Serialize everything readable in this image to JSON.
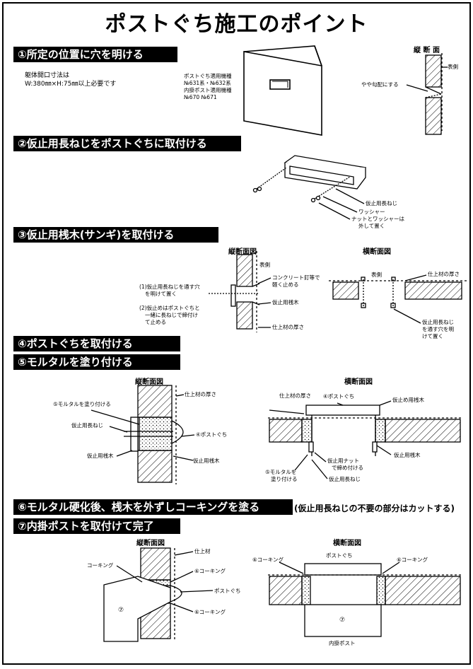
{
  "title": "ポストぐち施工のポイント",
  "steps": {
    "s1": "①所定の位置に穴を明ける",
    "s2": "②仮止用長ねじをポストぐちに取付ける",
    "s3": "③仮止用桟木(サンギ)を取付ける",
    "s4": "④ポストぐちを取付ける",
    "s5": "⑤モルタルを塗り付ける",
    "s6": "⑥モルタル硬化後、桟木を外ずしコーキングを塗る",
    "s6_note": "(仮止用長ねじの不要の部分はカットする)",
    "s7": "⑦内掛ポストを取付けて完了"
  },
  "sec1": {
    "opening_1": "躯体開口寸法は",
    "opening_2": "W:380㎜×H:75㎜以上必要です",
    "models_1": "ポストぐち適用機種",
    "models_2": "№631系・№632系",
    "models_3": "内掛ポスト適用機種",
    "models_4": "№670 №671",
    "vertical_section": "縦 断 面",
    "outside": "表側",
    "slope": "やや勾配にする"
  },
  "sec2": {
    "bolt": "仮止用長ねじ",
    "washer": "ワッシャー",
    "nut_washer_1": "ナットとワッシャーは",
    "nut_washer_2": "外して置く"
  },
  "sec3": {
    "vertical_section": "縦断面図",
    "horizontal_section": "横断面図",
    "outside": "表側",
    "nail_1": "コンクリート釘等で",
    "nail_2": "軽く止める",
    "batten": "仮止用桟木",
    "finish": "仕上材の厚さ",
    "note1_1": "(1)仮止用長ねじを通す穴",
    "note1_2": "を明けて置く",
    "note2_1": "(2)仮止めはポストぐちと",
    "note2_2": "一緒に長ねじで締付け",
    "note2_3": "て止める",
    "h_outside": "表側",
    "h_finish": "仕上材の厚さ",
    "h_batten_1": "仮止用長ねじ",
    "h_batten_2": "を通す穴を明",
    "h_batten_3": "けて置く"
  },
  "sec5": {
    "vertical_section": "縦断面図",
    "horizontal_section": "横断面図",
    "finish": "仕上材の厚さ",
    "mortar": "⑤モルタルを塗り付ける",
    "bolt": "仮止用長ねじ",
    "postguchi": "④ポストぐち",
    "batten_left": "仮止用桟木",
    "batten_right": "仮止用桟木",
    "h_finish": "仕上材の厚さ",
    "h_postguchi": "④ポストぐち",
    "h_batten_top": "仮止め用桟木",
    "h_batten_bottom": "仮止用桟木",
    "h_mortar_1": "⑤モルタルを",
    "h_mortar_2": "塗り付ける",
    "h_nut_1": "仮止用ナット",
    "h_nut_2": "で締め付ける",
    "h_bolt": "仮止用長ねじ"
  },
  "sec7": {
    "vertical_section": "縦断面図",
    "horizontal_section": "横断面図",
    "finish": "仕上材",
    "caulking": "コーキング",
    "caulking_6a": "⑥コーキング",
    "postguchi": "ポストぐち",
    "caulking_6b": "⑥コーキング",
    "post_num": "⑦",
    "h_caulking_left": "⑥コーキング",
    "h_postguchi": "ポストぐち",
    "h_caulking_right": "⑥コーキング",
    "h_post_num": "⑦",
    "h_inner_post": "内掛ポスト"
  }
}
